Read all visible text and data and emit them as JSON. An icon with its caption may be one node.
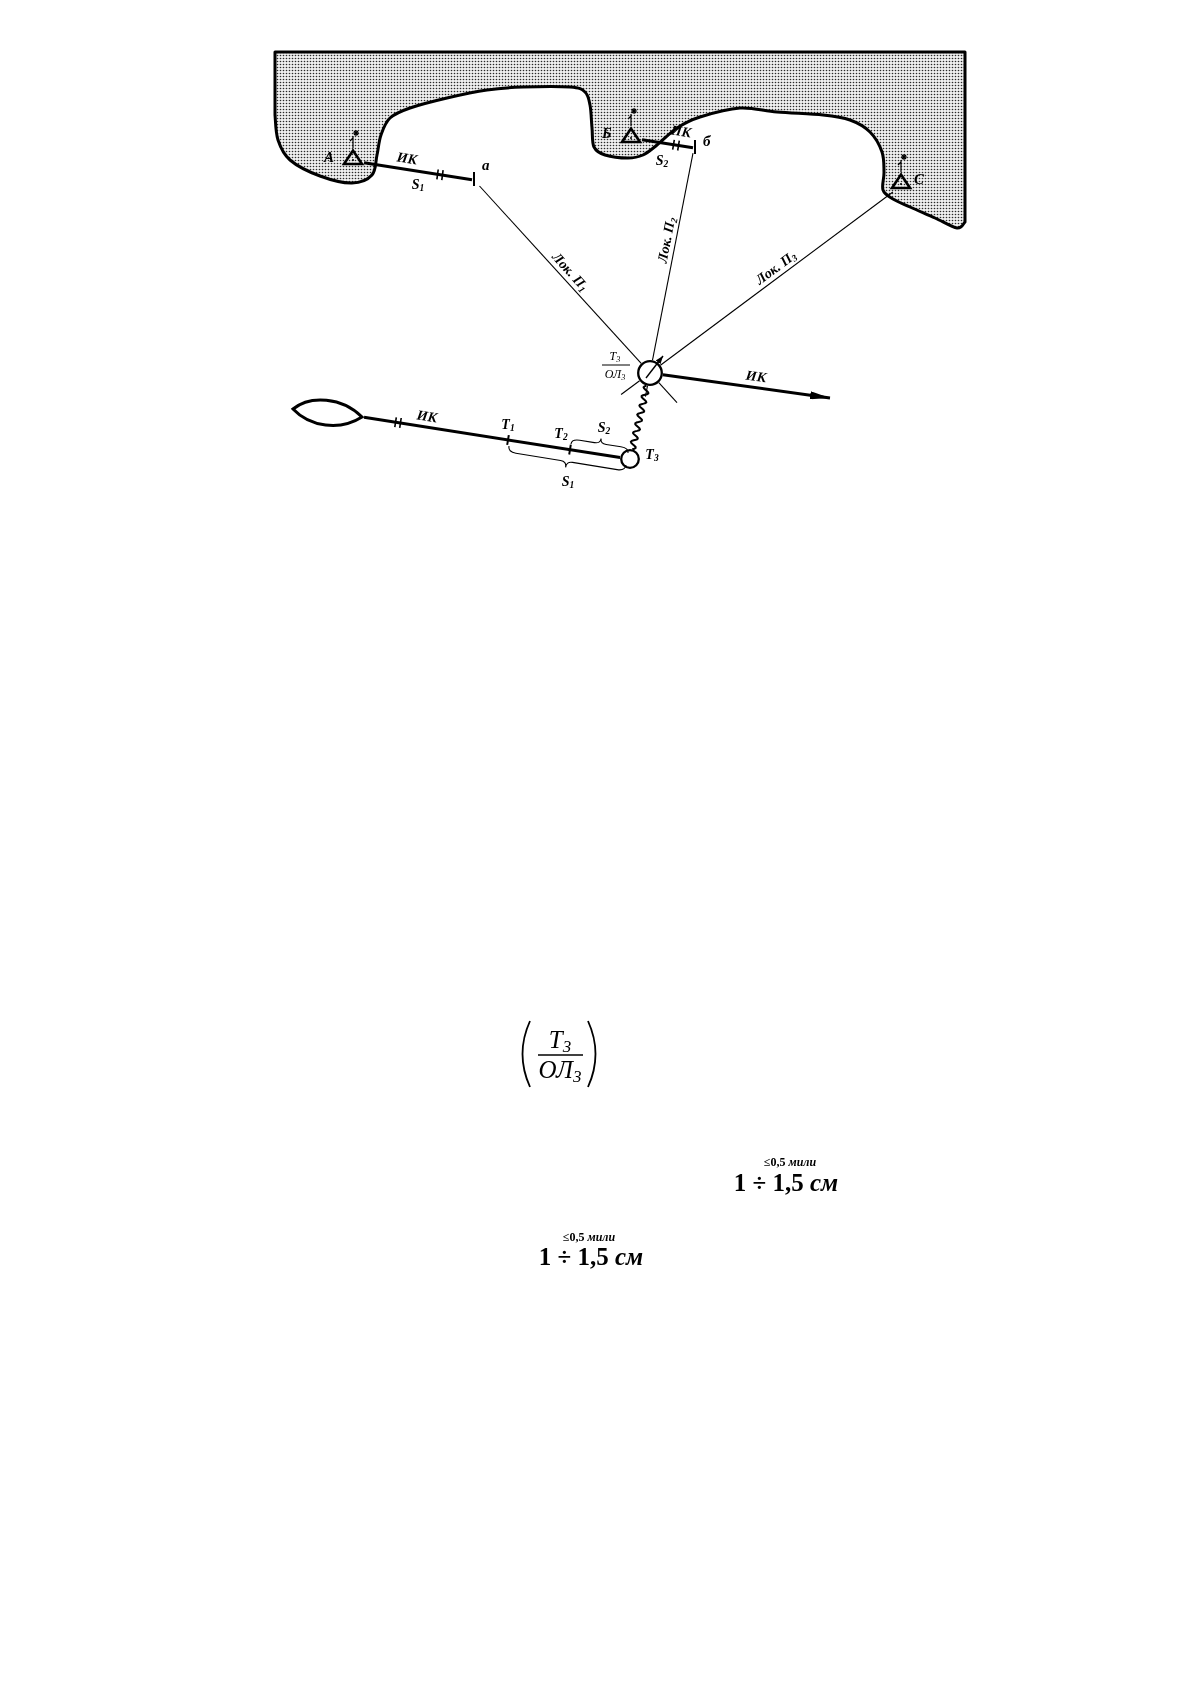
{
  "diagram": {
    "nodes": [
      {
        "text": [
          "А"
        ]
      },
      {
        "text": [
          "а"
        ]
      },
      {
        "text": [
          "Б"
        ]
      },
      {
        "text": [
          "б"
        ]
      },
      {
        "text": [
          "С"
        ]
      },
      {
        "text": [],
        "shape": "circle",
        "beside": [
          "Т$_{3}$",
          "ОЛ$_{3}$"
        ]
      },
      {
        "text": [],
        "shape": "picture"
      },
      {
        "text": [],
        "shape": "circle",
        "beside": [
          "Т$_{3}$"
        ]
      }
    ],
    "edges": [
      {
        "from": 0,
        "to": 1,
        "arrow": "none",
        "label": "ИК"
      },
      {
        "from": 2,
        "to": 3,
        "arrow": "none",
        "label": "ИК"
      },
      {
        "from": 1,
        "to": 5,
        "arrow": "none",
        "label": "Лок. П$_{1}$"
      },
      {
        "from": 3,
        "to": 5,
        "arrow": "none",
        "label": "Лок. П$_{2}$"
      },
      {
        "from": 4,
        "to": 5,
        "arrow": "none",
        "label": "Лок. П$_{3}$"
      },
      {
        "from": 5,
        "to": null,
        "arrow": "to",
        "label": "ИК"
      },
      {
        "from": 6,
        "to": 7,
        "arrow": "none",
        "label": "ИК"
      },
      {
        "from": 7,
        "to": 5,
        "arrow": "none"
      }
    ],
    "labels": [
      "S$_{2}$",
      "S$_{1}$",
      "Т$_{1}$",
      "Т$_{2}$",
      "S$_{2}$",
      "S$_{1}$",
      "Т$_{3}$",
      "ОЛ$_{3}$",
      "≤0,5 *мили*",
      "1 ÷ 1,5 *см*",
      "≤0,5 *мили*",
      "1 ÷ 1,5 *см*"
    ]
  }
}
